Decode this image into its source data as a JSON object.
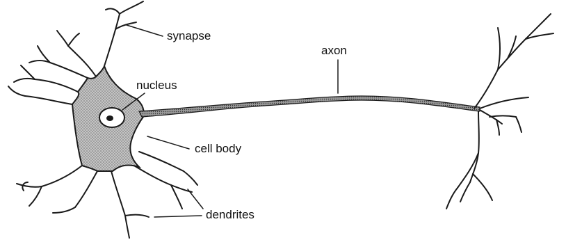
{
  "labels": {
    "synapse": "synapse",
    "nucleus": "nucleus",
    "axon": "axon",
    "cell_body": "cell body",
    "dendrites": "dendrites"
  },
  "colors": {
    "ink": "#1a1a1a",
    "cell_body_fill": "#b3b3b3",
    "nucleus_fill": "#ffffff"
  }
}
